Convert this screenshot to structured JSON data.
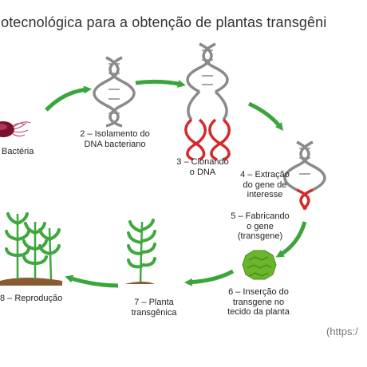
{
  "title": "iotecnológica para a obtenção de plantas transgêni",
  "steps": {
    "s1": "Bactéria",
    "s2_l1": "2 – Isolamento do",
    "s2_l2": "DNA bacteriano",
    "s3_l1": "3 – Clonando",
    "s3_l2": "o DNA",
    "s4_l1": "4 – Extração",
    "s4_l2": "do gene de",
    "s4_l3": "interesse",
    "s5_l1": "5 – Fabricando",
    "s5_l2": "o gene",
    "s5_l3": "(transgene)",
    "s6_l1": "6 – Inserção do",
    "s6_l2": "transgene no",
    "s6_l3": "tecido da planta",
    "s7_l1": "7 – Planta",
    "s7_l2": "transgênica",
    "s8": "8 – Reprodução"
  },
  "source": "(https:/",
  "colors": {
    "arrow": "#3aa63a",
    "dna": "#8a8a8a",
    "gene": "#d42a2a",
    "plant": "#3ea83e",
    "soil": "#8a5a33",
    "bacteria": "#7a1030"
  },
  "icons": [
    "bacteria-icon",
    "dna-helix-icon",
    "plant-icon",
    "plant-tissue-icon",
    "arrow-icon"
  ]
}
